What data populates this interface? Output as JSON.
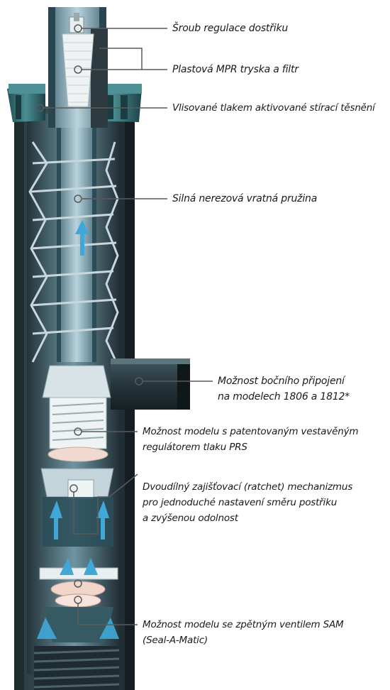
{
  "callouts": [
    {
      "id": "nozzle-screw",
      "lines": [
        "Šroub regulace dostřiku"
      ]
    },
    {
      "id": "mpr-nozzle",
      "lines": [
        "Plastová MPR tryska a filtr"
      ]
    },
    {
      "id": "wiper-seal",
      "lines": [
        "Vlisované tlakem aktivované stírací těsnění"
      ]
    },
    {
      "id": "spring",
      "lines": [
        "Silná nerezová vratná pružina"
      ]
    },
    {
      "id": "side-inlet",
      "lines": [
        "Možnost bočního připojení",
        "na modelech 1806 a 1812*"
      ]
    },
    {
      "id": "prs",
      "lines": [
        "Možnost modelu s patentovaným vestavěným",
        "regulátorem tlaku PRS"
      ]
    },
    {
      "id": "ratchet",
      "lines": [
        "Dvoudílný zajišťovací (ratchet) mechanizmus",
        "pro jednoduché nastavení směru postřiku",
        "a zvýšenou odolnost"
      ]
    },
    {
      "id": "sam",
      "lines": [
        "Možnost modelu se zpětným ventilem SAM",
        "(Seal-A-Matic)"
      ]
    }
  ],
  "colors": {
    "body_dark": "#1f2b31",
    "body_mid": "#34484f",
    "teal": "#2f6e74",
    "highlight": "#7fb3c4",
    "water": "#3fa8d8",
    "spring": "#c7d4d9",
    "leader": "#555555"
  }
}
